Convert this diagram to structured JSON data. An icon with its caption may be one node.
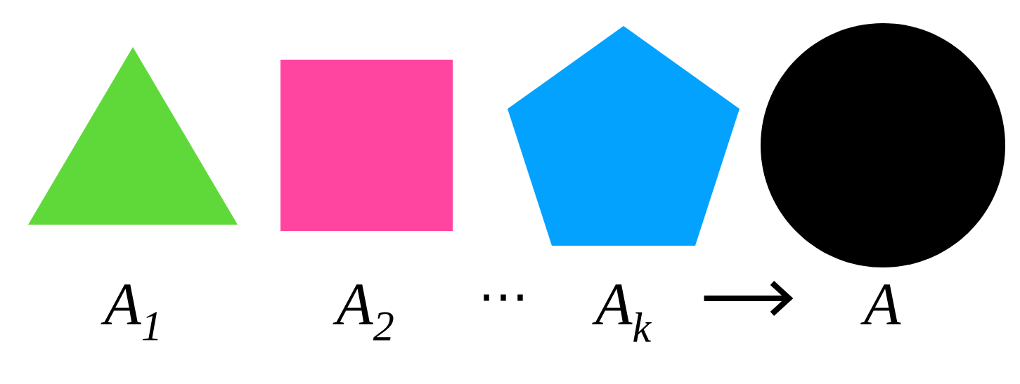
{
  "diagram": {
    "nodes": [
      {
        "text": [
          "A$_{1}$"
        ]
      },
      {
        "text": [
          "A$_{2}$"
        ]
      },
      {
        "text": [
          "A$_{k}$"
        ]
      },
      {
        "text": [
          "A"
        ]
      }
    ],
    "edges": [
      {
        "from": 2,
        "to": 3,
        "arrow": "to"
      }
    ],
    "labels": [
      "⋯"
    ]
  }
}
